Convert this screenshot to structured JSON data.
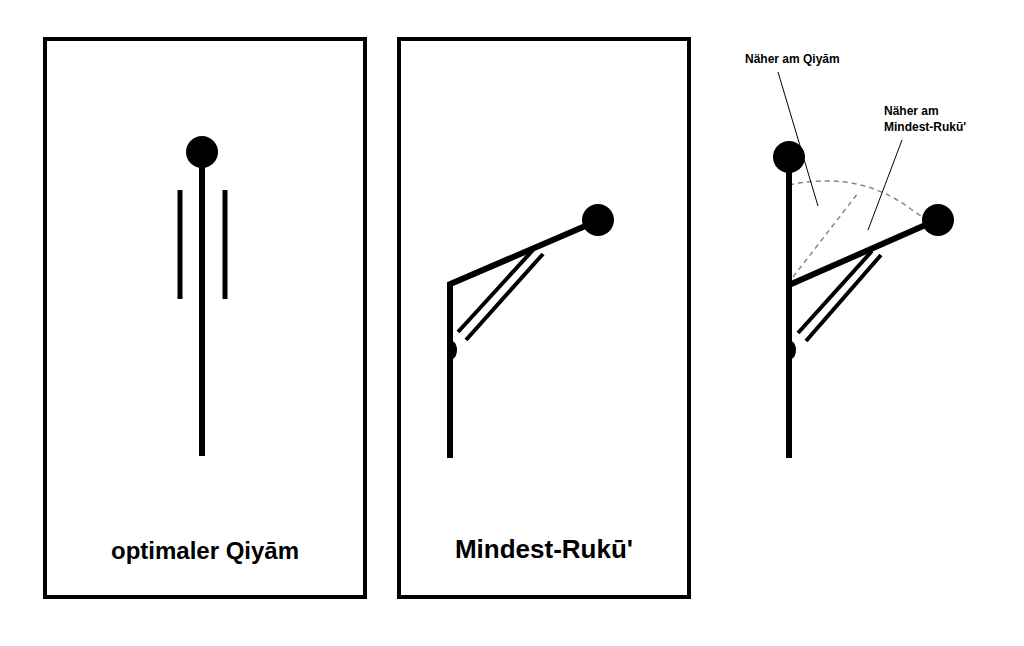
{
  "diagram": {
    "nodes": [
      {
        "text": [
          "optimaler Qiyām"
        ]
      },
      {
        "text": [
          "Mindest-Rukū'"
        ]
      }
    ],
    "labels": [
      "Näher am Qiyām",
      "Näher am Mindest-Rukū'"
    ]
  }
}
